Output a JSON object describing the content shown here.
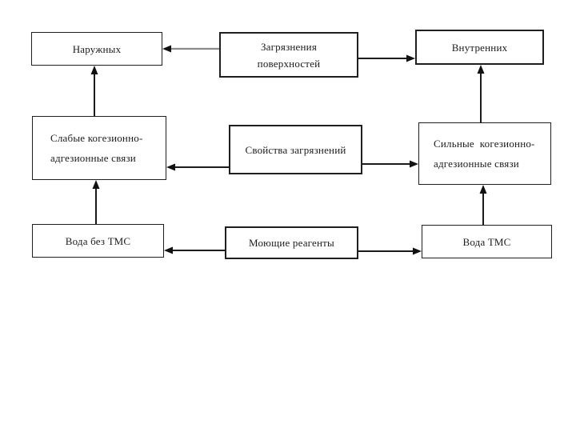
{
  "page": {
    "background": "#ffffff"
  },
  "diagram": {
    "type": "flowchart",
    "nodes": {
      "external": {
        "label": "Наружных"
      },
      "contamination": {
        "lines": [
          "Загрязнения",
          "поверхностей"
        ]
      },
      "internal": {
        "label": "Внутренних"
      },
      "weak_bonds": {
        "lines": [
          "Слабые когезионно-",
          "адгезионные связи"
        ]
      },
      "properties": {
        "label": "Свойства загрязнений"
      },
      "strong_bonds": {
        "lines": [
          "Сильные  когезионно-",
          "адгезионные связи"
        ]
      },
      "water_no_tms": {
        "label": "Вода без ТМС"
      },
      "reagents": {
        "label": "Моющие реагенты"
      },
      "water_tms": {
        "label": "Вода ТМС"
      }
    },
    "edges": [
      {
        "from": "contamination",
        "to": "external",
        "direction": "left"
      },
      {
        "from": "contamination",
        "to": "internal",
        "direction": "right"
      },
      {
        "from": "weak_bonds",
        "to": "external",
        "direction": "up"
      },
      {
        "from": "strong_bonds",
        "to": "internal",
        "direction": "up"
      },
      {
        "from": "properties",
        "to": "weak_bonds",
        "direction": "left"
      },
      {
        "from": "properties",
        "to": "strong_bonds",
        "direction": "right"
      },
      {
        "from": "water_no_tms",
        "to": "weak_bonds",
        "direction": "up"
      },
      {
        "from": "water_tms",
        "to": "strong_bonds",
        "direction": "up"
      },
      {
        "from": "reagents",
        "to": "water_no_tms",
        "direction": "left"
      },
      {
        "from": "reagents",
        "to": "water_tms",
        "direction": "right"
      }
    ],
    "colors": {
      "line": "#1a1a1a",
      "muted_line": "#8a8a8a",
      "box_border": "#1f1f1f",
      "box_fill": "#ffffff",
      "text": "#1c1c1c",
      "page_background": "#ffffff"
    }
  }
}
